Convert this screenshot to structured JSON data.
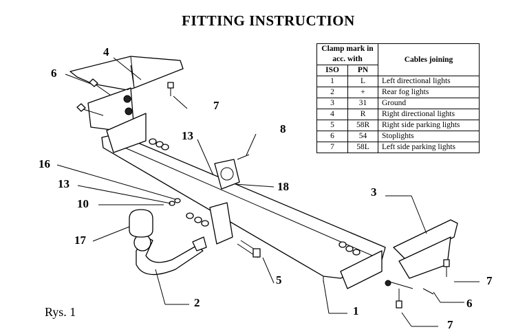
{
  "title": "FITTING INSTRUCTION",
  "figure_label": "Rys. 1",
  "table": {
    "header_clamp": "Clamp mark in acc. with",
    "header_cables": "Cables joining",
    "sub_iso": "ISO",
    "sub_pn": "PN",
    "rows": [
      {
        "iso": "1",
        "pn": "L",
        "cable": "Left directional lights"
      },
      {
        "iso": "2",
        "pn": "+",
        "cable": "Rear fog lights"
      },
      {
        "iso": "3",
        "pn": "31",
        "cable": "Ground"
      },
      {
        "iso": "4",
        "pn": "R",
        "cable": "Right directional lights"
      },
      {
        "iso": "5",
        "pn": "58R",
        "cable": "Right side parking lights"
      },
      {
        "iso": "6",
        "pn": "54",
        "cable": "Stoplights"
      },
      {
        "iso": "7",
        "pn": "58L",
        "cable": "Left side parking lights"
      }
    ]
  },
  "callouts": {
    "c1": "1",
    "c2": "2",
    "c3": "3",
    "c4": "4",
    "c5": "5",
    "c6a": "6",
    "c6b": "6",
    "c7a": "7",
    "c7b": "7",
    "c7c": "7",
    "c8": "8",
    "c10": "10",
    "c13a": "13",
    "c13b": "13",
    "c16": "16",
    "c17": "17",
    "c18": "18"
  }
}
